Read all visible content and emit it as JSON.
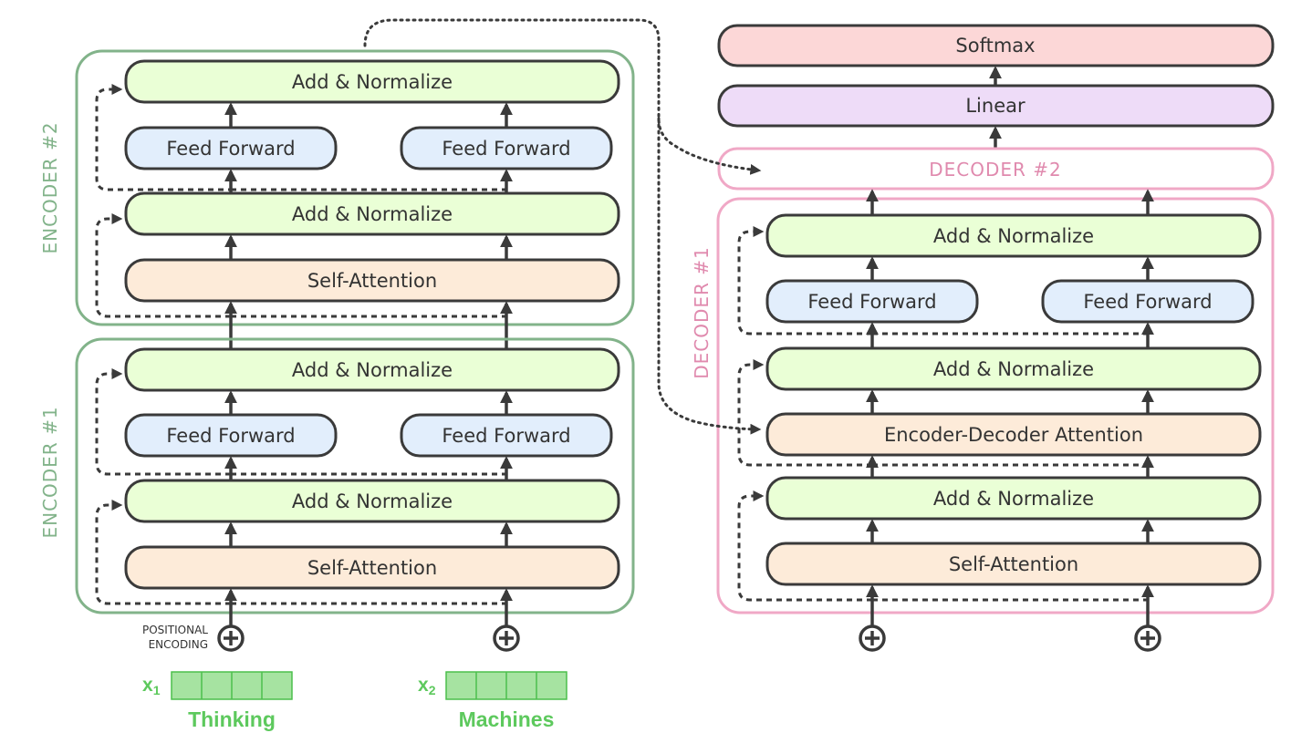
{
  "colors": {
    "add_norm": "#eaffd6",
    "feed_forward": "#e2eefc",
    "attention": "#fdebd9",
    "linear": "#eedcf8",
    "softmax": "#fcd7d7",
    "encoder_border": "#82b38a",
    "decoder_border": "#f0a8c6",
    "embedding": "#a6e3a1",
    "word_text": "#5dc95d"
  },
  "encoders": [
    {
      "label": "ENCODER #1",
      "add_norm_top": "Add & Normalize",
      "feed_forward_left": "Feed Forward",
      "feed_forward_right": "Feed Forward",
      "add_norm_mid": "Add & Normalize",
      "self_attention": "Self-Attention"
    },
    {
      "label": "ENCODER #2",
      "add_norm_top": "Add & Normalize",
      "feed_forward_left": "Feed Forward",
      "feed_forward_right": "Feed Forward",
      "add_norm_mid": "Add & Normalize",
      "self_attention": "Self-Attention"
    }
  ],
  "decoder": {
    "label": "DECODER #1",
    "add_norm_top": "Add & Normalize",
    "feed_forward_left": "Feed Forward",
    "feed_forward_right": "Feed Forward",
    "add_norm_mid": "Add & Normalize",
    "enc_dec_attention": "Encoder-Decoder Attention",
    "add_norm_bottom": "Add & Normalize",
    "self_attention": "Self-Attention"
  },
  "decoder2_label": "DECODER #2",
  "linear": "Linear",
  "softmax": "Softmax",
  "positional_encoding": [
    "POSITIONAL",
    "ENCODING"
  ],
  "inputs": [
    {
      "symbol": "x",
      "subscript": "1",
      "word": "Thinking"
    },
    {
      "symbol": "x",
      "subscript": "2",
      "word": "Machines"
    }
  ],
  "plus_icon": "circle-plus-icon"
}
